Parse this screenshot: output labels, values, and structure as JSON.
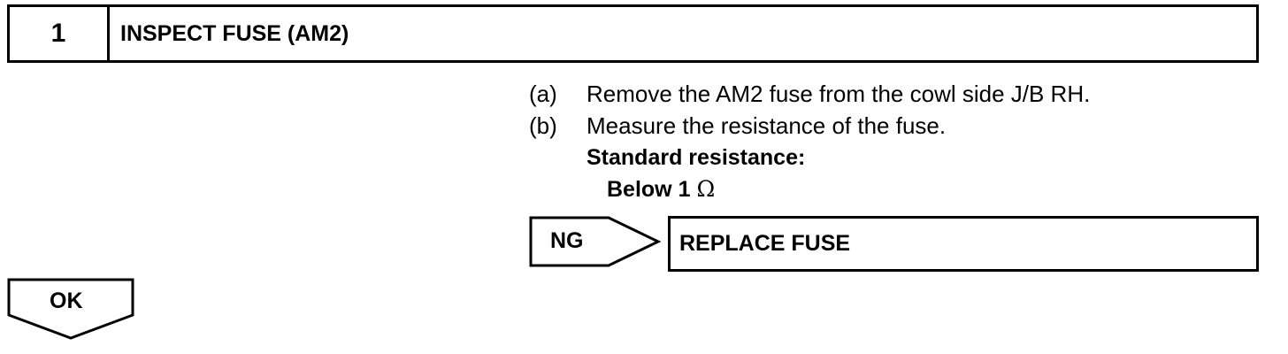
{
  "step": {
    "number": "1",
    "title": "INSPECT FUSE (AM2)"
  },
  "instructions": [
    {
      "label": "(a)",
      "text": "Remove the AM2 fuse from the cowl side J/B RH."
    },
    {
      "label": "(b)",
      "text": "Measure the resistance of the fuse."
    }
  ],
  "standard": {
    "label": "Standard resistance:",
    "value": "Below 1",
    "unit": "Ω"
  },
  "ng": {
    "label": "NG",
    "action": "REPLACE FUSE"
  },
  "ok": {
    "label": "OK"
  }
}
